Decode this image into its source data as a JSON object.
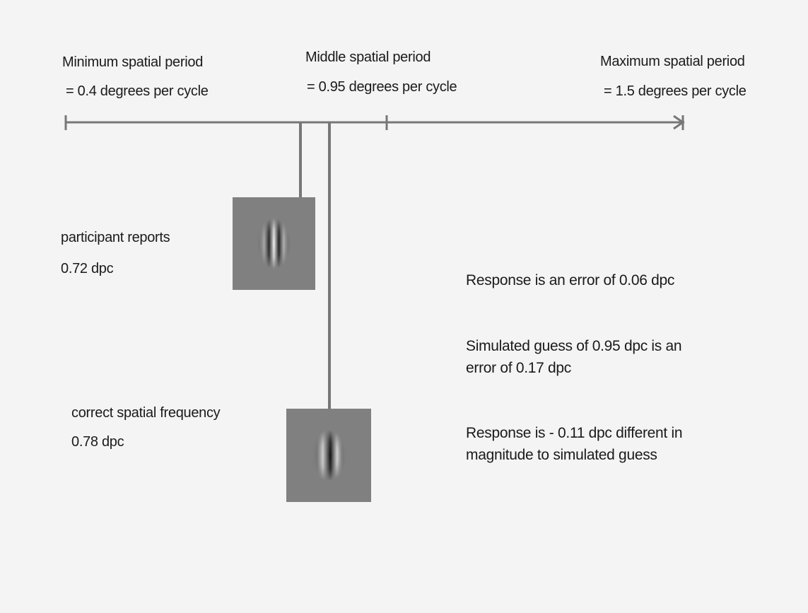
{
  "scale": {
    "min_label": "Minimum spatial period",
    "min_value": "= 0.4 degrees per cycle",
    "mid_label": "Middle spatial period",
    "mid_value": "= 0.95 degrees per cycle",
    "max_label": "Maximum spatial period",
    "max_value": "= 1.5 degrees per cycle"
  },
  "reported": {
    "label": "participant reports",
    "value": "0.72 dpc",
    "grating_cycles": 4
  },
  "correct": {
    "label": "correct spatial frequency",
    "value": "0.78 dpc",
    "grating_cycles": 3
  },
  "notes": {
    "response_error": "Response is an error of 0.06 dpc",
    "guess_error_line1": "Simulated guess of 0.95 dpc is an",
    "guess_error_line2": "error of 0.17 dpc",
    "difference_line1": "Response is - 0.11 dpc different in",
    "difference_line2": "magnitude to simulated guess"
  },
  "colors": {
    "background": "#f4f4f4",
    "line": "#777777",
    "patch_gray": "#808080"
  }
}
